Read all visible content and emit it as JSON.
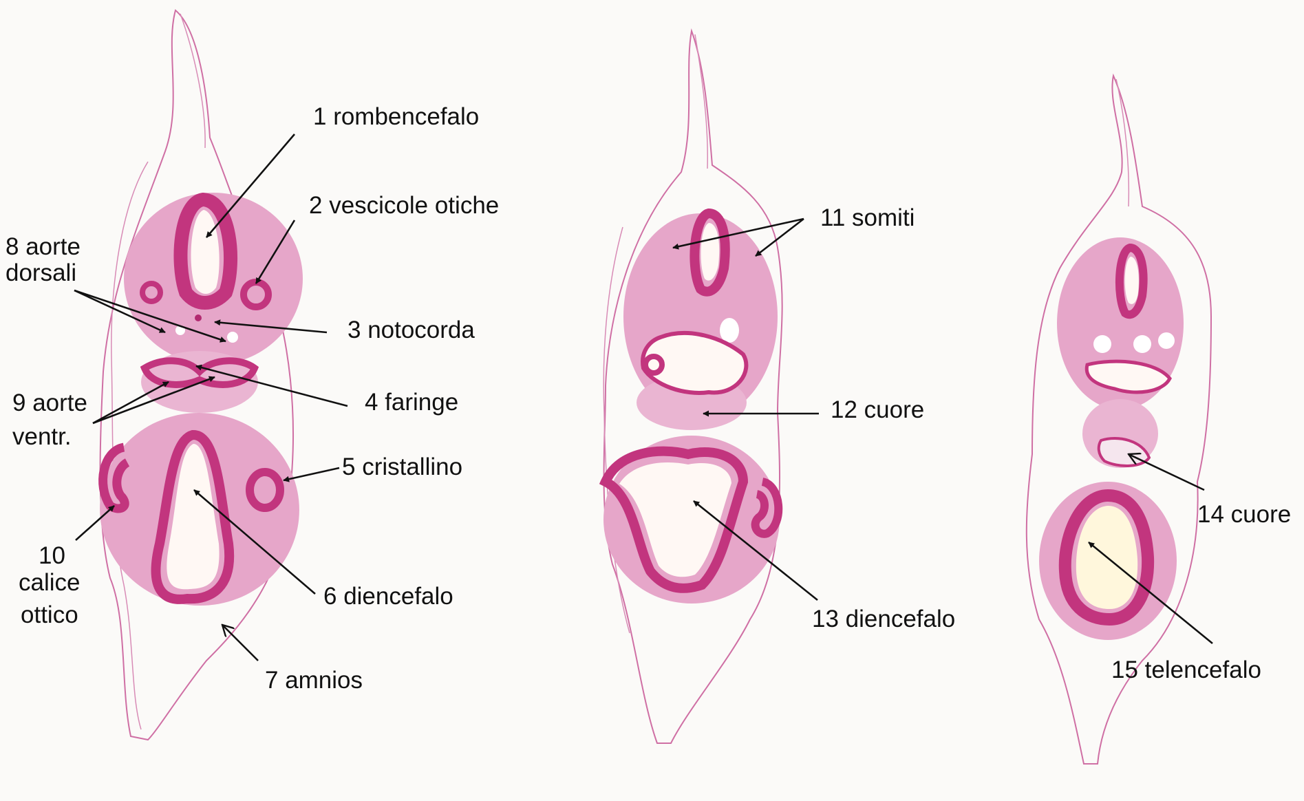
{
  "labels": {
    "l1": "1 rombencefalo",
    "l2": "2 vescicole otiche",
    "l3": "3 notocorda",
    "l4": "4 faringe",
    "l5": "5 cristallino",
    "l6": "6 diencefalo",
    "l7": "7 amnios",
    "l8a": "8 aorte",
    "l8b": "dorsali",
    "l9a": "9 aorte",
    "l9b": "ventr.",
    "l10a": "10",
    "l10b": "calice",
    "l10c": "ottico",
    "l11": "11 somiti",
    "l12": "12 cuore",
    "l13": "13 diencefalo",
    "l14": "14 cuore",
    "l15": "15 telencefalo"
  },
  "colors": {
    "stain": "#c2357e",
    "tissue": "#e6a6c9",
    "background": "#fbfaf8"
  }
}
